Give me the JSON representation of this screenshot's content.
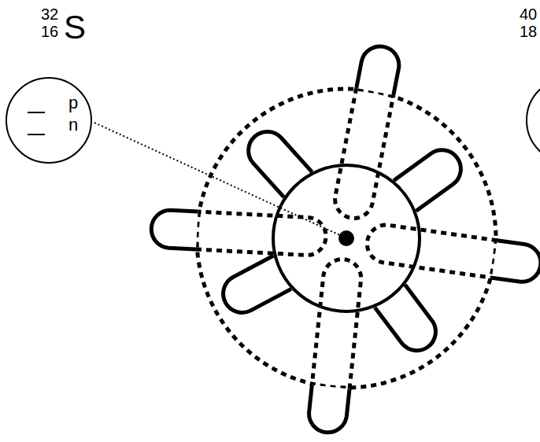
{
  "diagram": {
    "nodes": [
      {
        "text": [
          "32",
          "16",
          "S",
          "p",
          "n"
        ]
      },
      {
        "text": [
          "40",
          "18"
        ]
      }
    ]
  }
}
